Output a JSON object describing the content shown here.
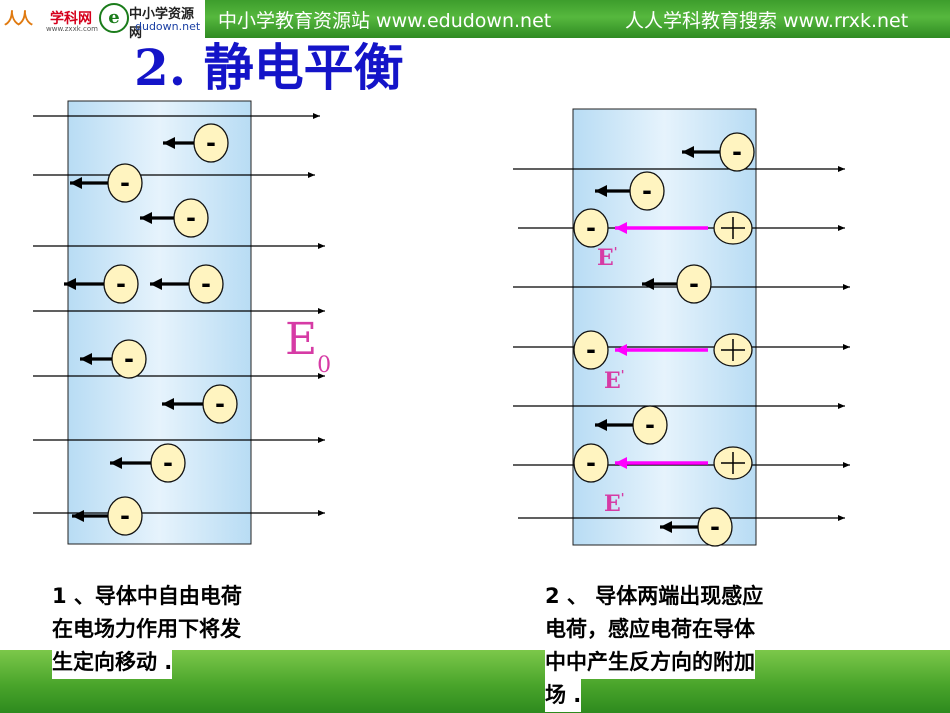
{
  "header": {
    "logo_renren": "人人",
    "logo_xkw": "学科网",
    "logo_xkw_sub": "www.zxxk.com",
    "logo_e": "e",
    "logo_zx": "中小学资源网",
    "logo_zx_sub": "dudown.net",
    "site1": "中小学教育资源站 www.edudown.net",
    "site2": "人人学科教育搜索 www.rrxk.net"
  },
  "slide": {
    "title": "2. 静电平衡",
    "field_label_main": "E",
    "field_label_sub": "0",
    "induced_label_main": "E",
    "induced_label_sup": "'",
    "charge_minus": "-",
    "caption1": [
      "1 、导体中自由电荷",
      "在电场力作用下将发",
      "生定向移动 ."
    ],
    "caption2": [
      "2 、 导体两端出现感应",
      "电荷，感应电荷在导体",
      "中中产生反方向的附加",
      "场 ."
    ]
  },
  "colors": {
    "title": "#1414c8",
    "field_label": "#d63ba5",
    "induced_arrow": "#ff00ff",
    "conductor_fill": "#b8dcf4",
    "charge_fill": "#fff4c0",
    "header_green": "#46a832"
  }
}
